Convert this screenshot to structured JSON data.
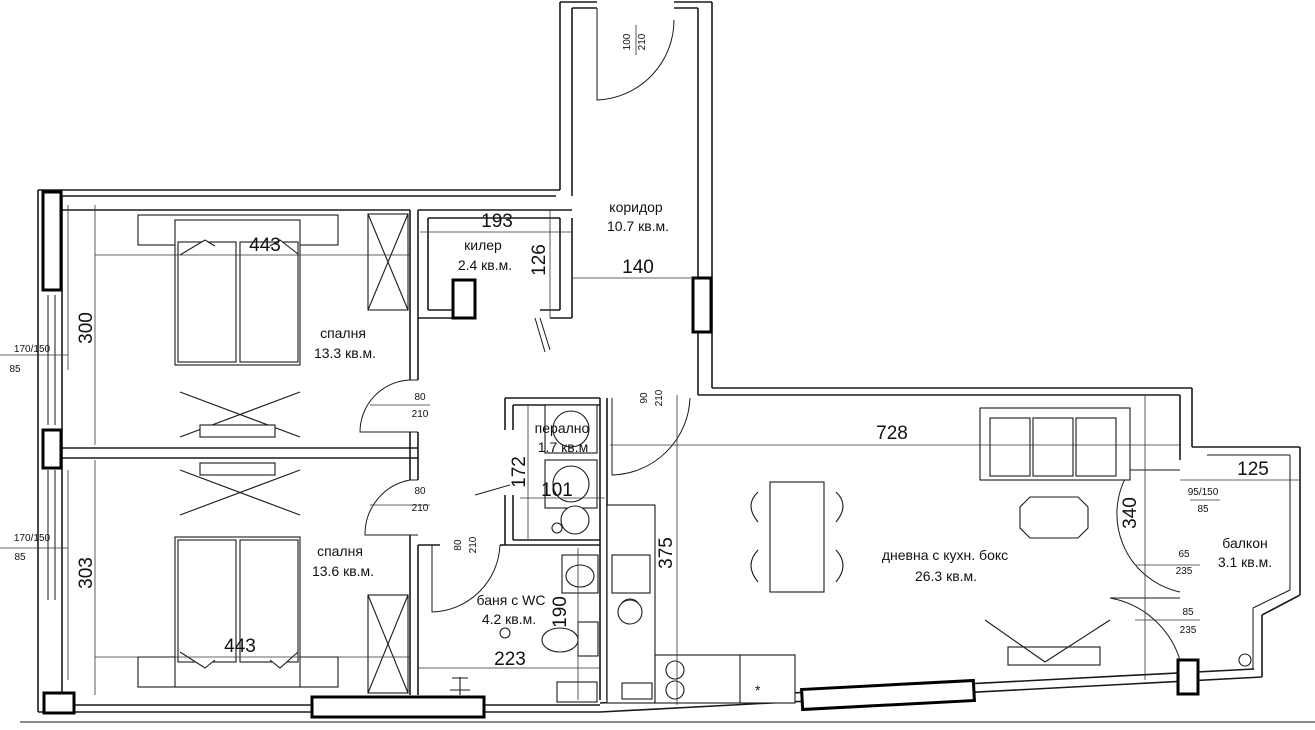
{
  "rooms": [
    {
      "id": "corridor",
      "name": "коридор",
      "area": "10.7 кв.м."
    },
    {
      "id": "closet",
      "name": "килер",
      "area": "2.4 кв.м."
    },
    {
      "id": "bedroom1",
      "name": "спалня",
      "area": "13.3 кв.м."
    },
    {
      "id": "bedroom2",
      "name": "спалня",
      "area": "13.6 кв.м."
    },
    {
      "id": "laundry",
      "name": "перално",
      "area": "1.7 кв.м"
    },
    {
      "id": "bathroom",
      "name": "баня с WC",
      "area": "4.2 кв.м."
    },
    {
      "id": "living",
      "name": "дневна с кухн. бокс",
      "area": "26.3 кв.м."
    },
    {
      "id": "balcony",
      "name": "балкон",
      "area": "3.1 кв.м."
    }
  ],
  "dimensions": {
    "closet_width": "193",
    "closet_height": "126",
    "corridor_width": "140",
    "bedroom1_width": "443",
    "bedroom1_height": "300",
    "bedroom2_width": "443",
    "bedroom2_height": "303",
    "laundry_height": "172",
    "laundry_width": "101",
    "bath_height": "190",
    "bath_width": "223",
    "living_width": "728",
    "living_height": "375",
    "living_height_right": "340",
    "balcony_width": "125"
  },
  "openings": {
    "entrance": {
      "w": "100",
      "h": "210"
    },
    "corridor_door": {
      "w": "90",
      "h": "210"
    },
    "bedroom1_door": {
      "w": "80",
      "h": "210"
    },
    "bedroom2_door": {
      "w": "80",
      "h": "210"
    },
    "bath_door": {
      "w": "80",
      "h": "210"
    },
    "window_b1": {
      "w": "170/150",
      "h": "85"
    },
    "window_b2": {
      "w": "170/150",
      "h": "85"
    },
    "balcony_window": {
      "w": "95/150",
      "h": "85"
    },
    "balcony_door1": {
      "w": "65",
      "h": "235"
    },
    "balcony_door2": {
      "w": "85",
      "h": "235"
    }
  }
}
